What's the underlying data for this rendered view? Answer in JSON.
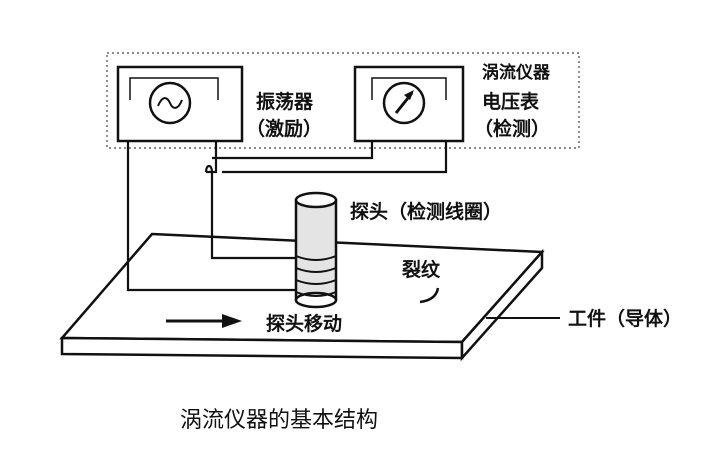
{
  "labels": {
    "instrument": "涡流仪器",
    "oscillator_line1": "振荡器",
    "oscillator_line2": "（激励）",
    "voltmeter_line1": "电压表",
    "voltmeter_line2": "（检测）",
    "probe": "探头（检测线圈）",
    "crack": "裂纹",
    "probe_motion": "探头移动",
    "workpiece": "工件（导体）",
    "caption": "涡流仪器的基本结构"
  },
  "icons": {
    "oscillator": "sine-wave-icon",
    "voltmeter": "gauge-needle-icon",
    "motion": "right-arrow-icon"
  },
  "colors": {
    "ink": "#111111",
    "background": "#ffffff",
    "cylinder_shade": "#e4e4e4"
  }
}
